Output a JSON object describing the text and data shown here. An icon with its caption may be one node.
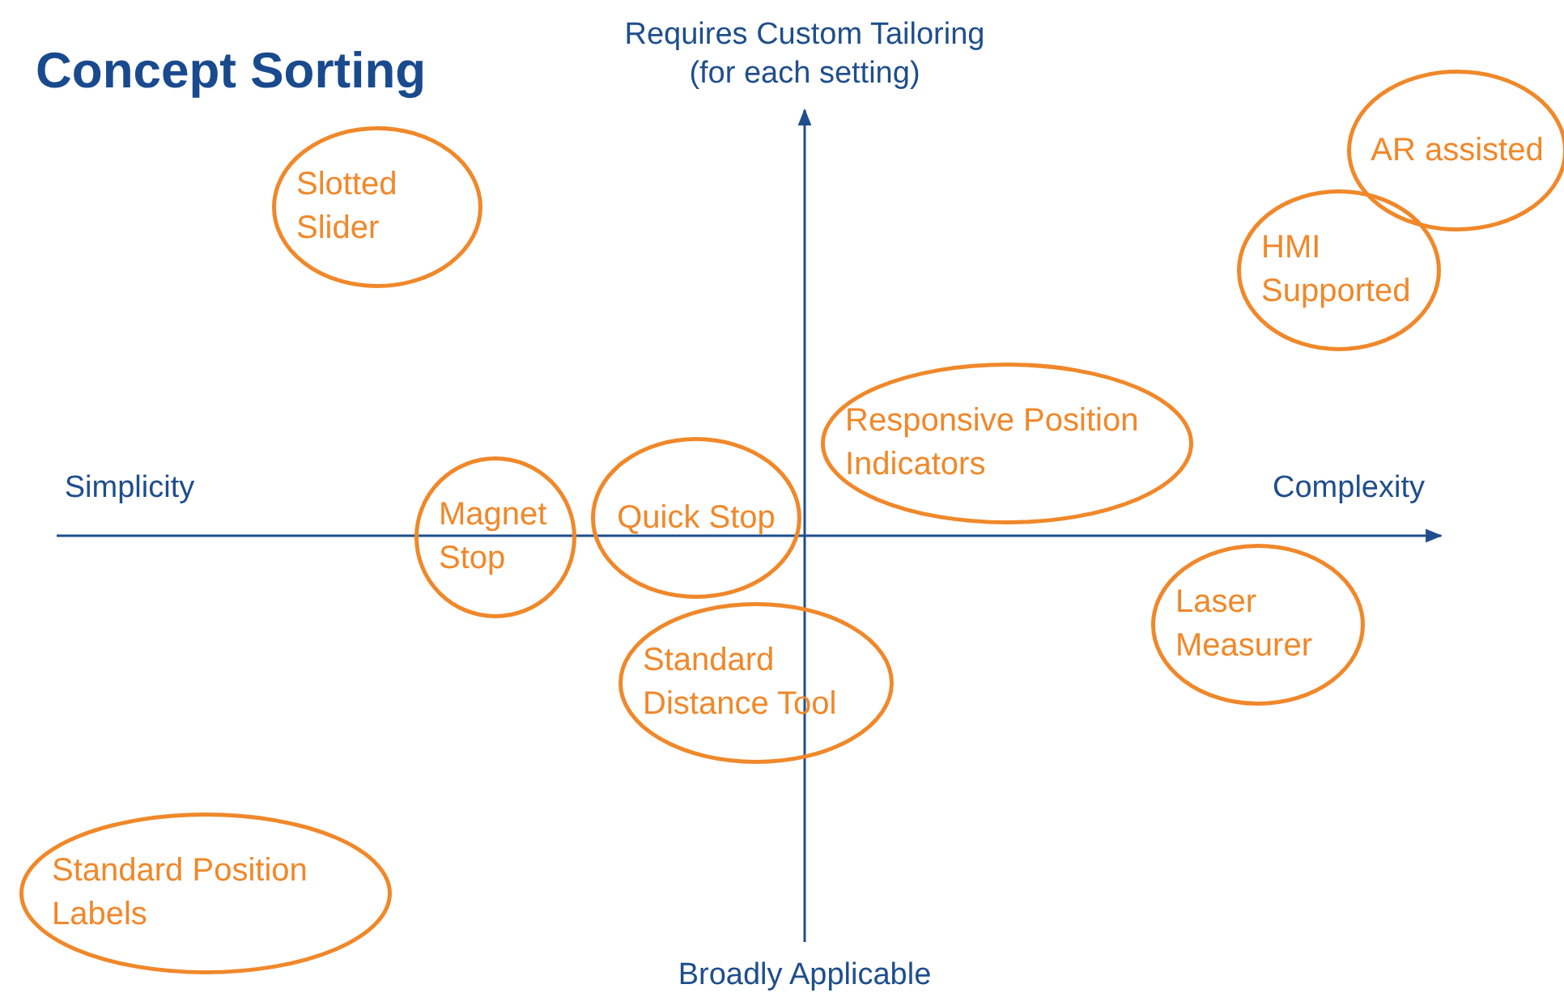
{
  "diagram": {
    "title": "Concept Sorting",
    "nodes": [
      {
        "text": [
          "Slotted Slider"
        ]
      },
      {
        "text": [
          "AR assisted"
        ]
      },
      {
        "text": [
          "HMI Supported"
        ]
      },
      {
        "text": [
          "Responsive Position Indicators"
        ]
      },
      {
        "text": [
          "Magnet Stop"
        ]
      },
      {
        "text": [
          "Quick Stop"
        ]
      },
      {
        "text": [
          "Laser Measurer"
        ]
      },
      {
        "text": [
          "Standard Distance Tool"
        ]
      },
      {
        "text": [
          "Standard Position Labels"
        ]
      }
    ],
    "labels": [
      "Requires Custom Tailoring (for each setting)",
      "Simplicity",
      "Complexity",
      "Broadly Applicable"
    ]
  }
}
